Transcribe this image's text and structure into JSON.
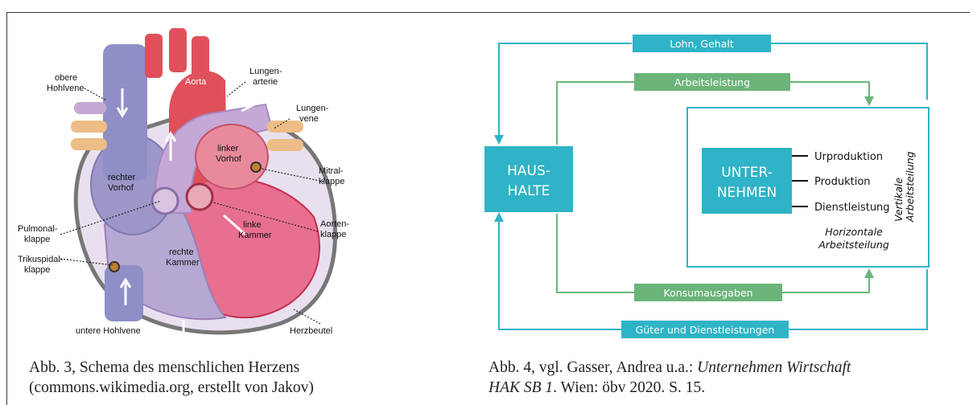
{
  "figure3": {
    "labels": {
      "obere_hohlvene": [
        "obere",
        "Hohlvene"
      ],
      "aorta": "Aorta",
      "lungenarterie": [
        "Lungen-",
        "arterie"
      ],
      "lungenvene": [
        "Lungen-",
        "vene"
      ],
      "linker_vorhof": [
        "linker",
        "Vorhof"
      ],
      "mitralklappe": [
        "Mitral-",
        "klappe"
      ],
      "rechter_vorhof": [
        "rechter",
        "Vorhof"
      ],
      "pulmonalklappe": [
        "Pulmonal-",
        "klappe"
      ],
      "aortenklappe": [
        "Aorten-",
        "klappe"
      ],
      "linke_kammer": [
        "linke",
        "Kammer"
      ],
      "rechte_kammer": [
        "rechte",
        "Kammer"
      ],
      "trikuspidalklappe": [
        "Trikuspidal-",
        "klappe"
      ],
      "untere_hohlvene": "untere Hohlvene",
      "herzbeutel": "Herzbeutel"
    },
    "caption_line1": "Abb. 3, Schema des menschlichen Herzens",
    "caption_line2": "(commons.wikimedia.org, erstellt von Jakov)"
  },
  "figure4": {
    "flows": {
      "lohn": "Lohn, Gehalt",
      "arbeitsleistung": "Arbeitsleistung",
      "konsumausgaben": "Konsumausgaben",
      "gueter": "Güter und Dienstleistungen"
    },
    "haushalte": [
      "HAUS-",
      "HALTE"
    ],
    "unternehmen": [
      "UNTER-",
      "NEHMEN"
    ],
    "sectors": [
      "Urproduktion",
      "Produktion",
      "Dienstleistung"
    ],
    "vertikale": [
      "Vertikale",
      "Arbeitsteilung"
    ],
    "horizontale": [
      "Horizontale",
      "Arbeitsteilung"
    ],
    "caption_line1_prefix": "Abb. 4, vgl. Gasser, Andrea u.a.: ",
    "caption_line1_italic": "Unternehmen Wirtschaft",
    "caption_line2_italic": "HAK SB 1",
    "caption_line2_rest": ". Wien: öbv 2020. S. 15."
  },
  "colors": {
    "teal": "#2fb3c6",
    "green": "#6bb47a",
    "vein_blue": "#8f8ec6",
    "artery_red": "#e0505a",
    "pink": "#e58aa5"
  }
}
